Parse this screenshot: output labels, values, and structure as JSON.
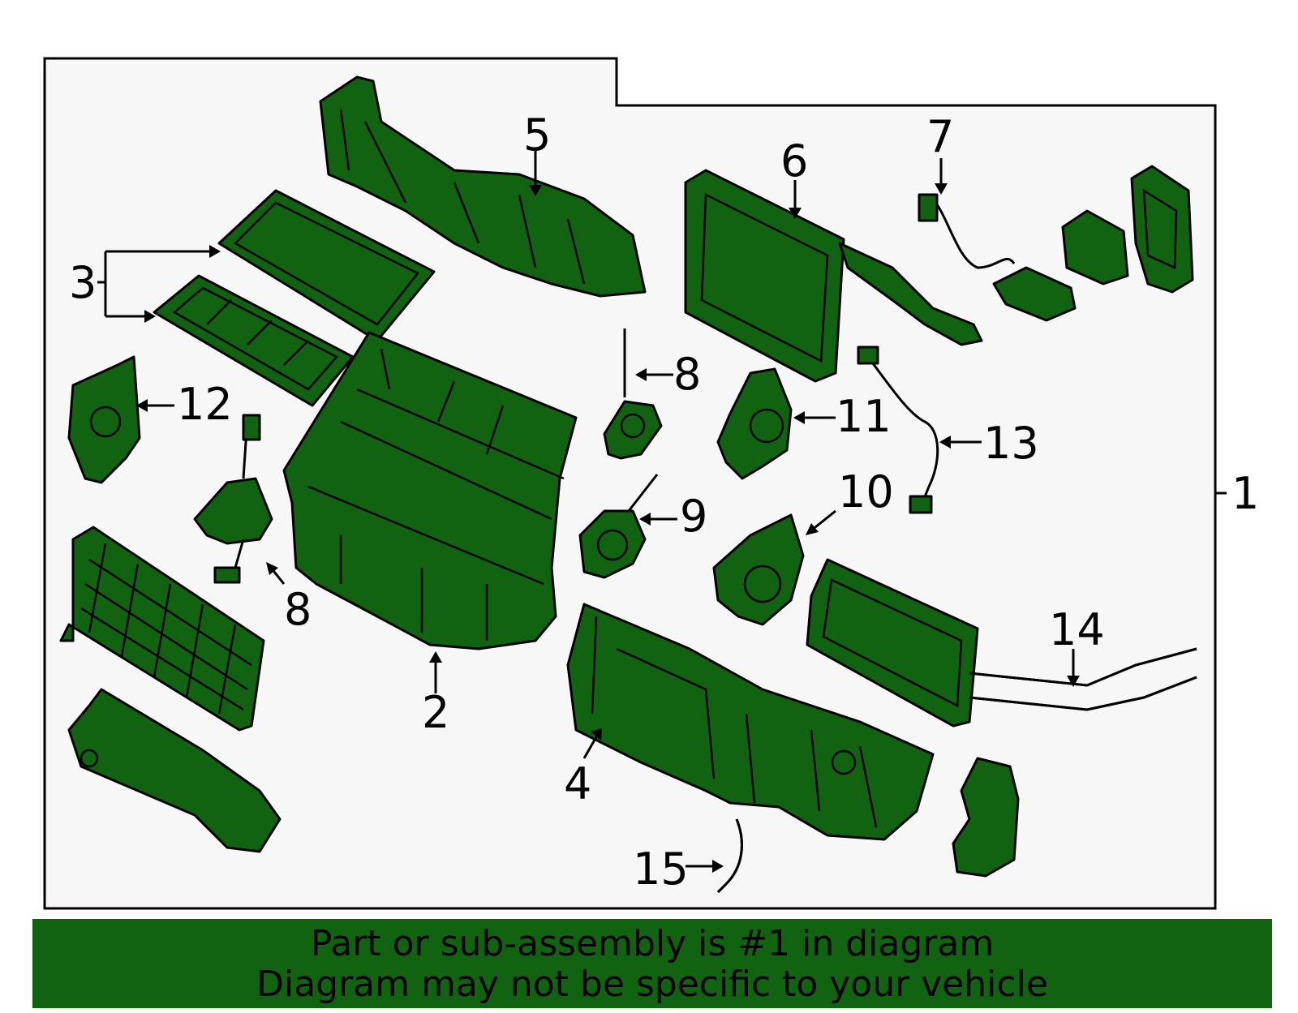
{
  "diagram": {
    "callouts": {
      "c1": "1",
      "c2": "2",
      "c3": "3",
      "c4": "4",
      "c5": "5",
      "c6": "6",
      "c7": "7",
      "c8a": "8",
      "c8b": "8",
      "c9": "9",
      "c10": "10",
      "c11": "11",
      "c12": "12",
      "c13": "13",
      "c14": "14",
      "c15": "15"
    },
    "colors": {
      "part_fill": "#126311",
      "background": "#f7f7f7",
      "banner": "#126311"
    }
  },
  "footer": {
    "line1": "Part or sub-assembly is #1 in diagram",
    "line2": "Diagram may not be specific to your vehicle"
  }
}
